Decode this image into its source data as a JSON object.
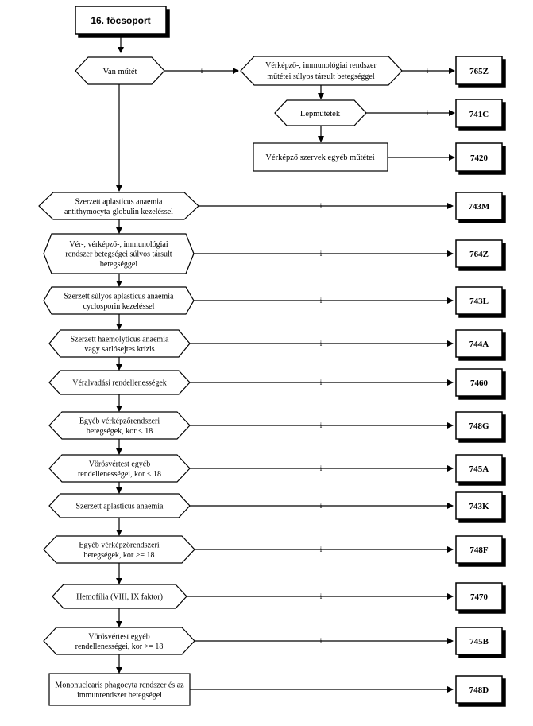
{
  "start": "16. főcsoport",
  "top_branch": {
    "van_mutet": "Van műtét",
    "surgery_severe": [
      "Vérképző-, immunológiai rendszer",
      "műtétei súlyos társult betegséggel"
    ],
    "lepmutetek": "Lépműtétek",
    "other_surgery": "Vérképző szervek egyéb műtétei"
  },
  "surgery_codes": [
    "765Z",
    "741C",
    "7420"
  ],
  "branch_marker": "i",
  "rows": [
    {
      "lines": [
        "Szerzett aplasticus anaemia",
        "antithymocyta-globulin kezeléssel"
      ],
      "code": "743M"
    },
    {
      "lines": [
        "Vér-, vérképző-, immunológiai",
        "rendszer betegségei súlyos társult",
        "betegséggel"
      ],
      "code": "764Z"
    },
    {
      "lines": [
        "Szerzett súlyos aplasticus anaemia",
        "cyclosporin kezeléssel"
      ],
      "code": "743L"
    },
    {
      "lines": [
        "Szerzett haemolyticus anaemia",
        "vagy sarlósejtes krízis"
      ],
      "code": "744A"
    },
    {
      "lines": [
        "Véralvadási rendellenességek"
      ],
      "code": "7460"
    },
    {
      "lines": [
        "Egyéb vérképzőrendszeri",
        "betegségek, kor < 18"
      ],
      "code": "748G"
    },
    {
      "lines": [
        "Vörösvértest egyéb",
        "rendellenességei, kor < 18"
      ],
      "code": "745A"
    },
    {
      "lines": [
        "Szerzett aplasticus anaemia"
      ],
      "code": "743K"
    },
    {
      "lines": [
        "Egyéb vérképzőrendszeri",
        "betegségek, kor >= 18"
      ],
      "code": "748F"
    },
    {
      "lines": [
        "Hemofília (VIII, IX faktor)"
      ],
      "code": "7470"
    },
    {
      "lines": [
        "Vörösvértest egyéb",
        "rendellenességei, kor >= 18"
      ],
      "code": "745B"
    },
    {
      "lines": [
        "Mononuclearis phagocyta rendszer és az",
        "immunrendszer betegségei"
      ],
      "code": "748D"
    }
  ]
}
